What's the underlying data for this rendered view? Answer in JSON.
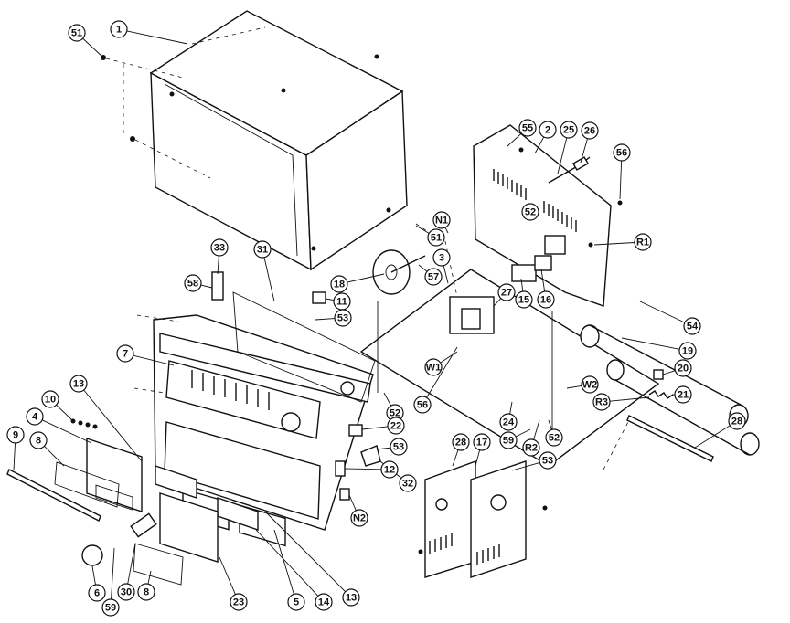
{
  "callouts": [
    {
      "label": "51"
    },
    {
      "label": "1"
    },
    {
      "label": "55"
    },
    {
      "label": "2"
    },
    {
      "label": "25"
    },
    {
      "label": "26"
    },
    {
      "label": "56"
    },
    {
      "label": "52"
    },
    {
      "label": "R1"
    },
    {
      "label": "N1"
    },
    {
      "label": "51"
    },
    {
      "label": "3"
    },
    {
      "label": "57"
    },
    {
      "label": "18"
    },
    {
      "label": "27"
    },
    {
      "label": "15"
    },
    {
      "label": "16"
    },
    {
      "label": "33"
    },
    {
      "label": "31"
    },
    {
      "label": "58"
    },
    {
      "label": "11"
    },
    {
      "label": "53"
    },
    {
      "label": "7"
    },
    {
      "label": "13"
    },
    {
      "label": "10"
    },
    {
      "label": "4"
    },
    {
      "label": "8"
    },
    {
      "label": "9"
    },
    {
      "label": "W1"
    },
    {
      "label": "56"
    },
    {
      "label": "52"
    },
    {
      "label": "W2"
    },
    {
      "label": "24"
    },
    {
      "label": "59"
    },
    {
      "label": "R2"
    },
    {
      "label": "52"
    },
    {
      "label": "54"
    },
    {
      "label": "19"
    },
    {
      "label": "20"
    },
    {
      "label": "21"
    },
    {
      "label": "R3"
    },
    {
      "label": "28"
    },
    {
      "label": "22"
    },
    {
      "label": "53"
    },
    {
      "label": "32"
    },
    {
      "label": "12"
    },
    {
      "label": "N2"
    },
    {
      "label": "28"
    },
    {
      "label": "17"
    },
    {
      "label": "53"
    },
    {
      "label": "6"
    },
    {
      "label": "59"
    },
    {
      "label": "30"
    },
    {
      "label": "8"
    },
    {
      "label": "23"
    },
    {
      "label": "5"
    },
    {
      "label": "14"
    },
    {
      "label": "13"
    }
  ]
}
